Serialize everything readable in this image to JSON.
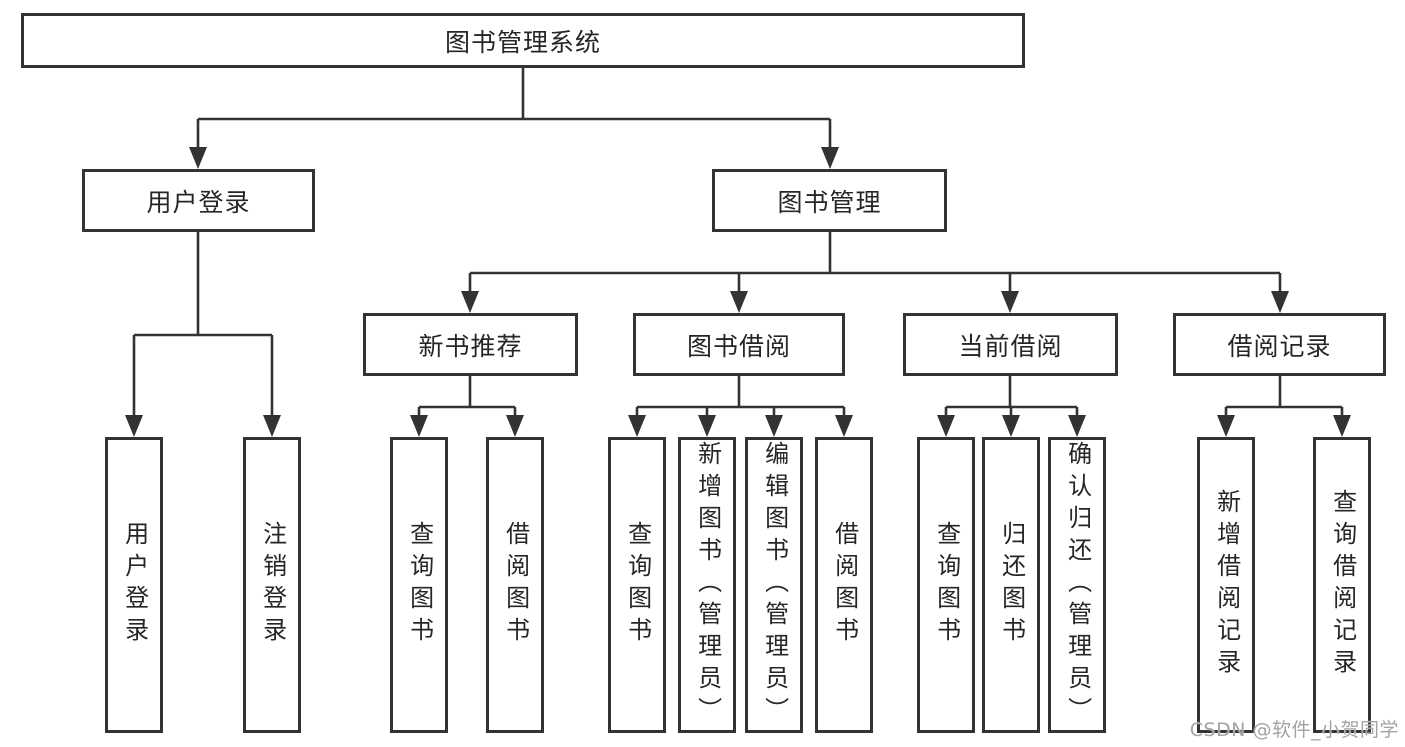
{
  "colors": {
    "background": "#ffffff",
    "line": "#333333",
    "box_border": "#333333",
    "text": "#262626",
    "watermark": "#a3a3a3"
  },
  "watermark": {
    "text": "CSDN @软件_小贺同学"
  },
  "tree": {
    "label": "图书管理系统",
    "children": [
      {
        "label": "用户登录",
        "children": [
          {
            "label": "用户登录"
          },
          {
            "label": "注销登录"
          }
        ]
      },
      {
        "label": "图书管理",
        "children": [
          {
            "label": "新书推荐",
            "children": [
              {
                "label": "查询图书"
              },
              {
                "label": "借阅图书"
              }
            ]
          },
          {
            "label": "图书借阅",
            "children": [
              {
                "label": "查询图书"
              },
              {
                "label": "新增图书（管理员）"
              },
              {
                "label": "编辑图书（管理员）"
              },
              {
                "label": "借阅图书"
              }
            ]
          },
          {
            "label": "当前借阅",
            "children": [
              {
                "label": "查询图书"
              },
              {
                "label": "归还图书"
              },
              {
                "label": "确认归还（管理员）"
              }
            ]
          },
          {
            "label": "借阅记录",
            "children": [
              {
                "label": "新增借阅记录"
              },
              {
                "label": "查询借阅记录"
              }
            ]
          }
        ]
      }
    ]
  }
}
